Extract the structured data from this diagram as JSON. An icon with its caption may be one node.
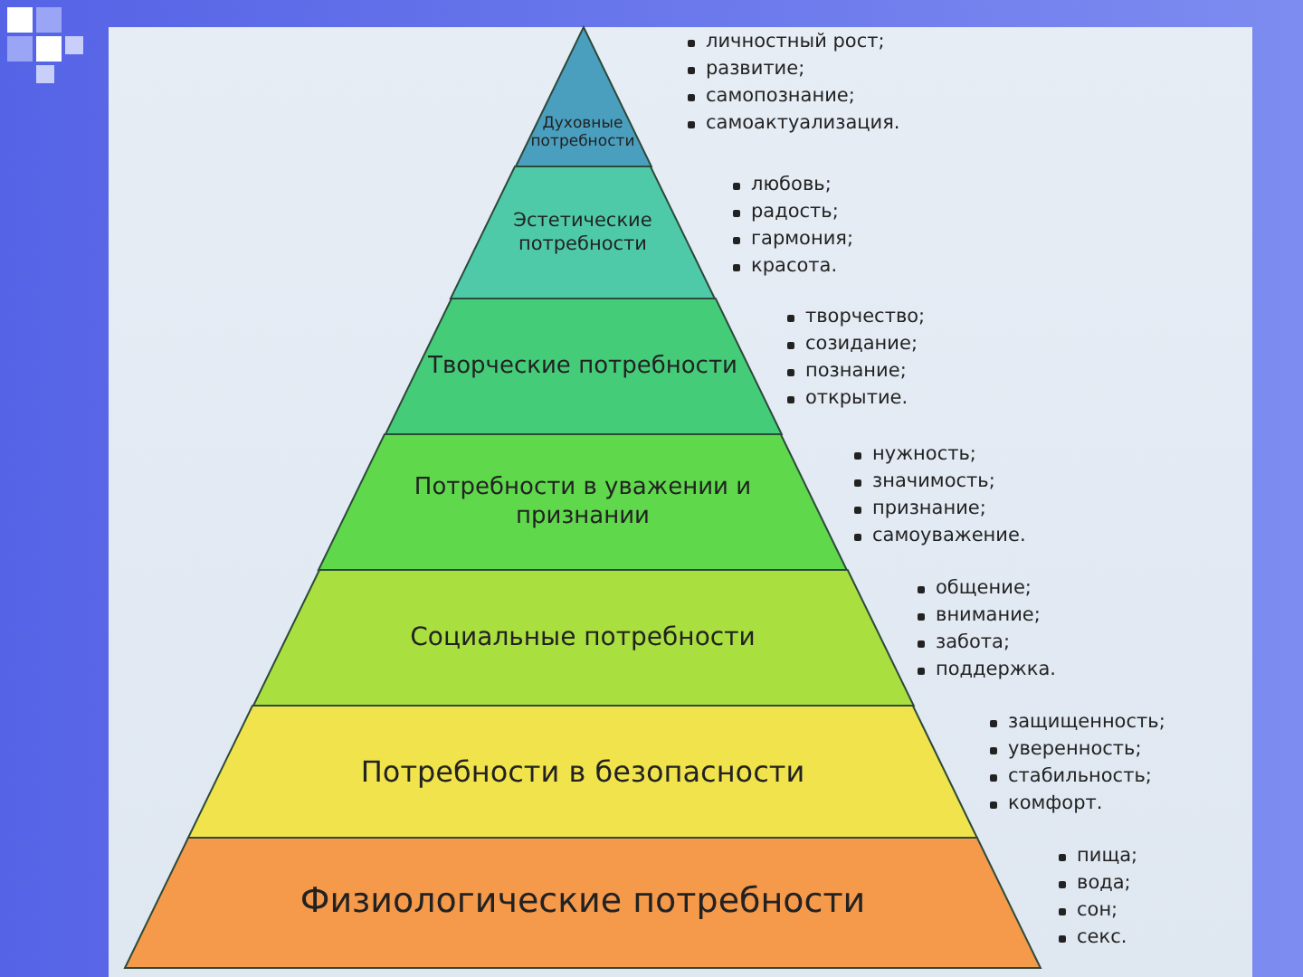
{
  "diagram": {
    "nodes": [
      {
        "text": [
          "Духовные потребности"
        ],
        "beside": [
          "личностный рост;",
          "развитие;",
          "самопознание;",
          "самоактуализация."
        ]
      },
      {
        "text": [
          "Эстетические потребности"
        ],
        "beside": [
          "любовь;",
          "радость;",
          "гармония;",
          "красота."
        ]
      },
      {
        "text": [
          "Творческие потребности"
        ],
        "beside": [
          "творчество;",
          "созидание;",
          "познание;",
          "открытие."
        ]
      },
      {
        "text": [
          "Потребности в уважении и признании"
        ],
        "beside": [
          "нужность;",
          "значимость;",
          "признание;",
          "самоуважение."
        ]
      },
      {
        "text": [
          "Социальные потребности"
        ],
        "beside": [
          "общение;",
          "внимание;",
          "забота;",
          "поддержка."
        ]
      },
      {
        "text": [
          "Потребности в безопасности"
        ],
        "beside": [
          "защищенность;",
          "уверенность;",
          "стабильность;",
          "комфорт."
        ]
      },
      {
        "text": [
          "Физиологические потребности"
        ],
        "beside": [
          "пища;",
          "вода;",
          "сон;",
          "секс."
        ]
      }
    ]
  }
}
